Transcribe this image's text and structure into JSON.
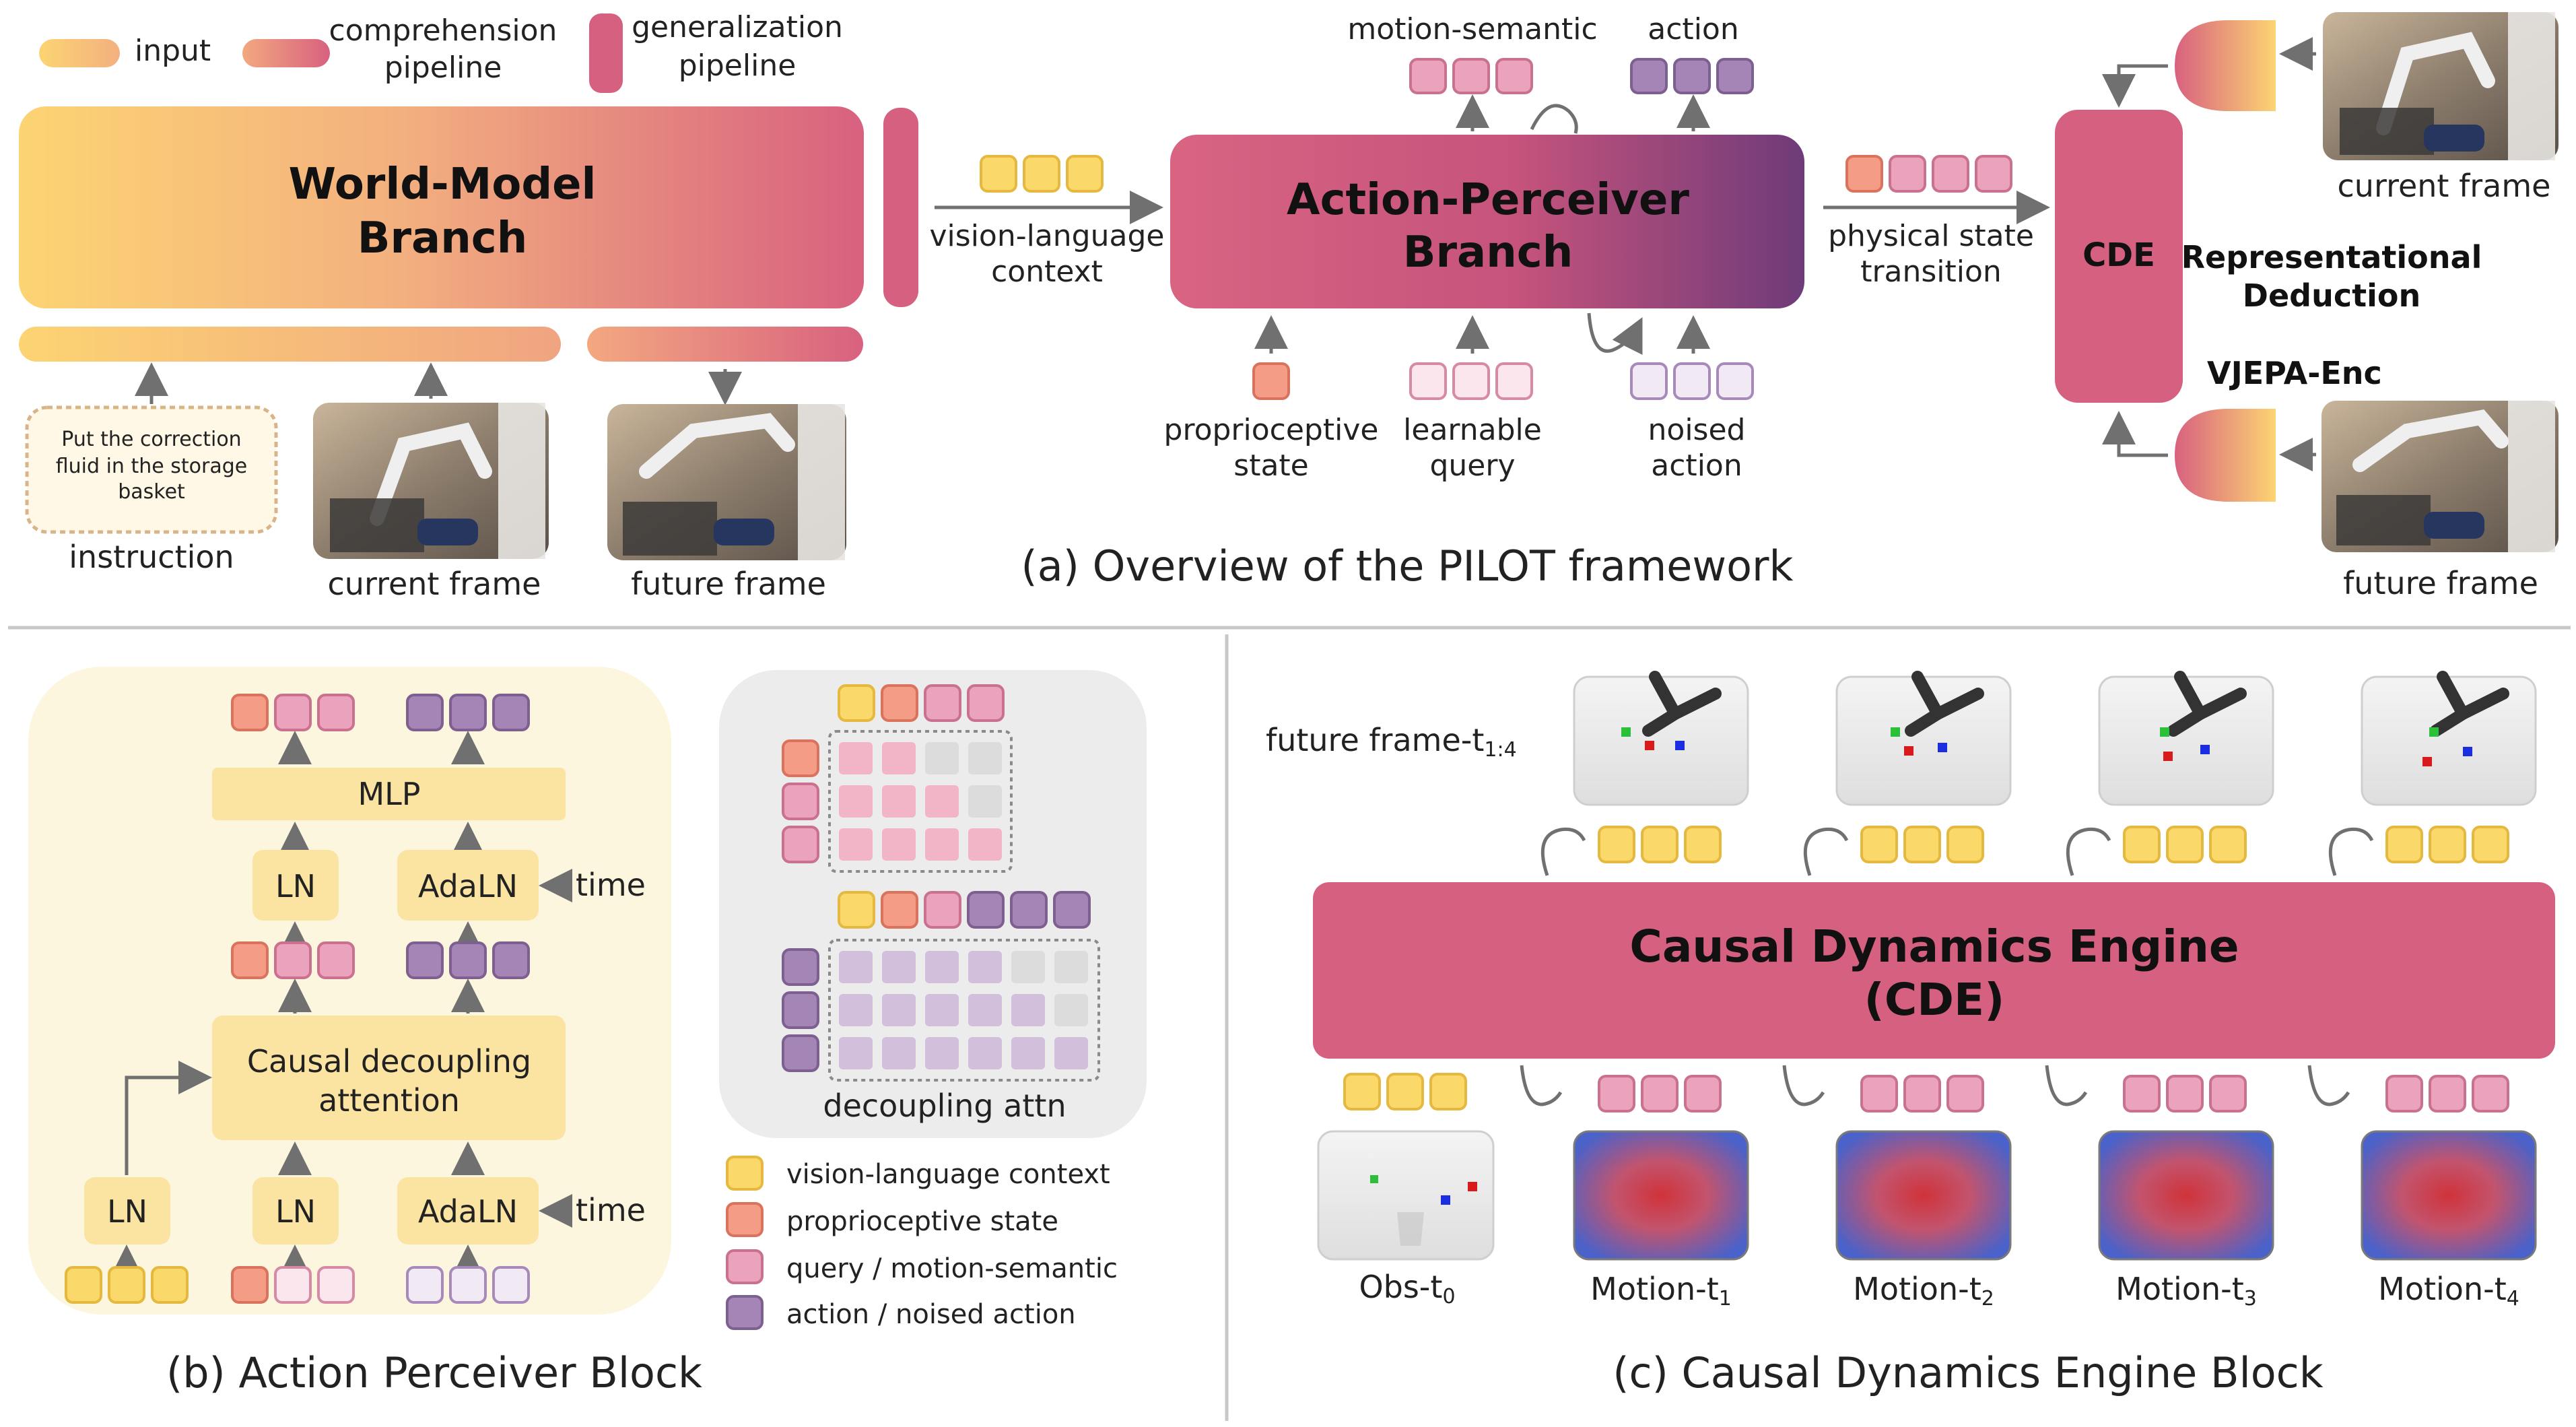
{
  "legend_top": {
    "input": "input",
    "comprehension": [
      "comprehension",
      "pipeline"
    ],
    "generalization": [
      "generalization",
      "pipeline"
    ]
  },
  "panel_a": {
    "world_model": [
      "World-Model",
      "Branch"
    ],
    "instruction_text": [
      "Put the correction",
      "fluid in the storage",
      "basket"
    ],
    "instruction_label": "instruction",
    "current_frame": "current frame",
    "future_frame": "future frame",
    "vl_context": [
      "vision-language",
      "context"
    ],
    "action_perceiver": [
      "Action-Perceiver",
      "Branch"
    ],
    "motion_semantic": "motion-semantic",
    "action": "action",
    "proprioceptive": [
      "proprioceptive",
      "state"
    ],
    "learnable_query": [
      "learnable",
      "query"
    ],
    "noised_action": [
      "noised",
      "action"
    ],
    "physical_state": [
      "physical state",
      "transition"
    ],
    "cde": "CDE",
    "representational": [
      "Representational",
      "Deduction"
    ],
    "vjepa": "VJEPA-Enc",
    "right_current": "current frame",
    "right_future": "future frame",
    "caption": "(a) Overview of the PILOT framework"
  },
  "panel_b": {
    "mlp": "MLP",
    "ln": "LN",
    "adaln": "AdaLN",
    "time": "time",
    "causal": [
      "Causal decoupling",
      "attention"
    ],
    "decoupling_attn": "decoupling attn",
    "legend": [
      "vision-language context",
      "proprioceptive state",
      "query / motion-semantic",
      "action / noised action"
    ],
    "caption": "(b) Action Perceiver Block"
  },
  "panel_c": {
    "future_frame_label": "future frame-t",
    "future_frame_sub": "1:4",
    "cde": [
      "Causal Dynamics Engine",
      "(CDE)"
    ],
    "obs": "Obs-t",
    "obs_sub": "0",
    "motion": "Motion-t",
    "motion_subs": [
      "1",
      "2",
      "3",
      "4"
    ],
    "caption": "(c) Causal Dynamics Engine Block"
  },
  "colors": {
    "yellow": "#fbd86a",
    "salmon": "#f49c86",
    "pink": "#eaa2bd",
    "purple": "#a585b5",
    "magenta": "#d5607f",
    "deep_purple": "#6c3b7a",
    "cream": "#fdf6df",
    "panel_gray": "#ececec"
  }
}
